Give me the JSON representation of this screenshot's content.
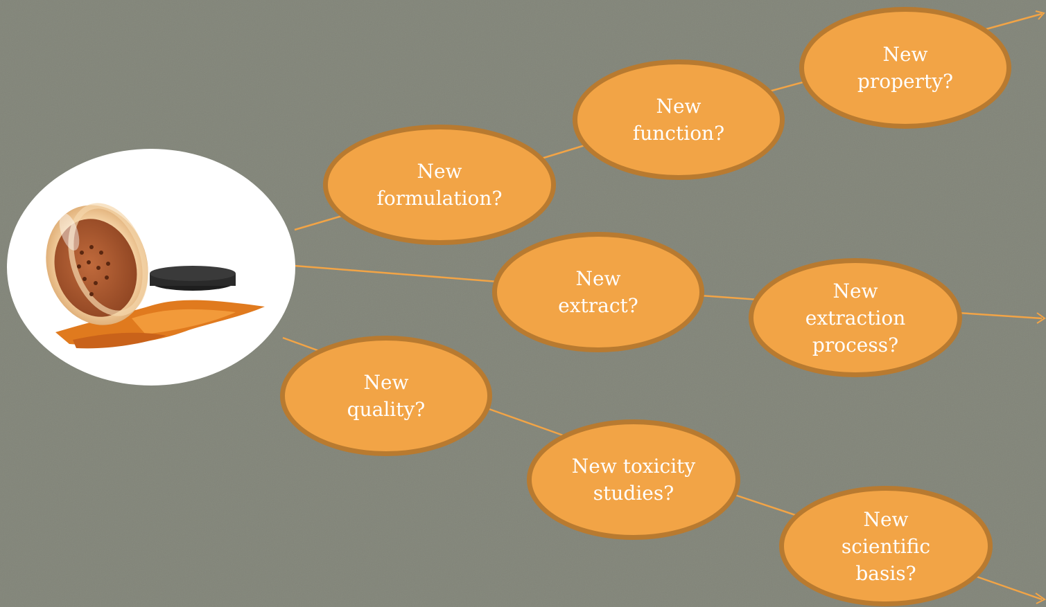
{
  "nodes": {
    "formulation": "New\nformulation?",
    "function": "New\nfunction?",
    "property": "New\nproperty?",
    "extract": "New\nextract?",
    "extraction_process": "New\nextraction\nprocess?",
    "quality": "New\nquality?",
    "toxicity": "New toxicity\nstudies?",
    "scientific_basis": "New\nscientific\nbasis?"
  },
  "colors": {
    "background": "#828579",
    "node_fill": "#f2a446",
    "node_border": "#b87a30",
    "connector": "#f2a446",
    "text": "#ffffff"
  },
  "image": {
    "subject": "loose mineral powder jar with spilled orange powder"
  }
}
